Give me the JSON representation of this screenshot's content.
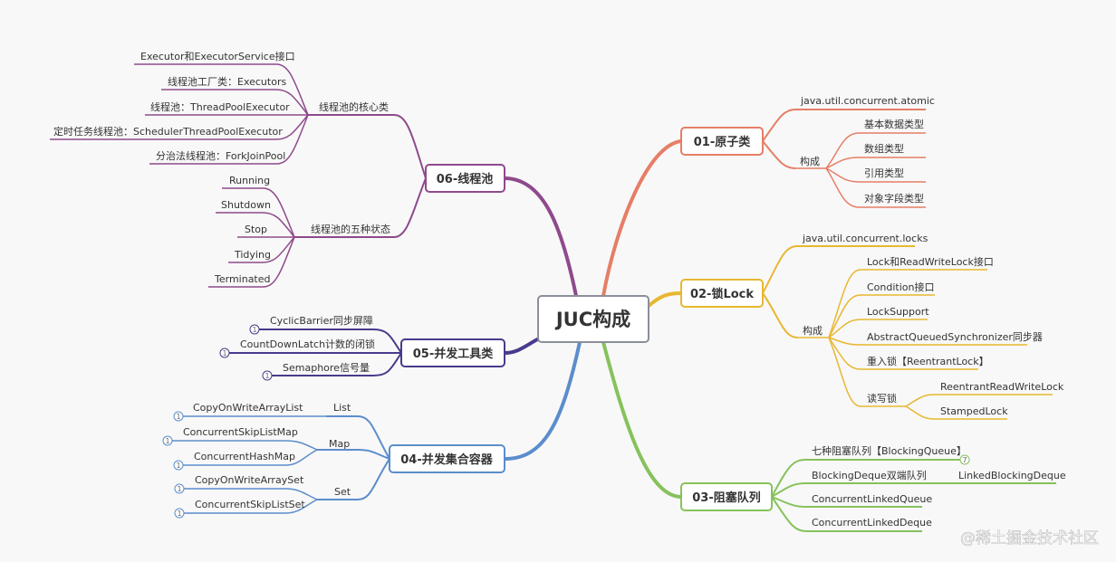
{
  "root": "JUC构成",
  "branches": {
    "b01": {
      "title": "01-原子类",
      "color": "#e67e66",
      "atomic": "java.util.concurrent.atomic",
      "compose": "构成",
      "types": [
        "基本数据类型",
        "数组类型",
        "引用类型",
        "对象字段类型"
      ]
    },
    "b02": {
      "title": "02-锁Lock",
      "color": "#e8b730",
      "locks": "java.util.concurrent.locks",
      "compose": "构成",
      "items": [
        "Lock和ReadWriteLock接口",
        "Condition接口",
        "LockSupport",
        "AbstractQueuedSynchronizer同步器",
        "重入锁【ReentrantLock】"
      ],
      "rw": "读写锁",
      "rw_items": [
        "ReentrantReadWriteLock",
        "StampedLock"
      ]
    },
    "b03": {
      "title": "03-阻塞队列",
      "color": "#86c25c",
      "items": [
        "七种阻塞队列【BlockingQueue】",
        "BlockingDeque双端队列",
        "ConcurrentLinkedQueue",
        "ConcurrentLinkedDeque"
      ],
      "badge": "7",
      "linked": "LinkedBlockingDeque"
    },
    "b04": {
      "title": "04-并发集合容器",
      "color": "#5b8dcc",
      "list": "List",
      "list_items": [
        "CopyOnWriteArrayList"
      ],
      "map": "Map",
      "map_items": [
        "ConcurrentSkipListMap",
        "ConcurrentHashMap"
      ],
      "set": "Set",
      "set_items": [
        "CopyOnWriteArraySet",
        "ConcurrentSkipListSet"
      ],
      "badge": "1"
    },
    "b05": {
      "title": "05-并发工具类",
      "color": "#4a3a8c",
      "items": [
        "CyclicBarrier同步屏障",
        "CountDownLatch计数的闭锁",
        "Semaphore信号量"
      ],
      "badge": "1"
    },
    "b06": {
      "title": "06-线程池",
      "color": "#8e4a8c",
      "core": "线程池的核心类",
      "core_items": [
        "Executor和ExecutorService接口",
        "线程池工厂类：Executors",
        "线程池：ThreadPoolExecutor",
        "定时任务线程池：SchedulerThreadPoolExecutor",
        "分治法线程池：ForkJoinPool"
      ],
      "states": "线程池的五种状态",
      "state_items": [
        "Running",
        "Shutdown",
        "Stop",
        "Tidying",
        "Terminated"
      ]
    }
  },
  "watermark": "@稀土掘金技术社区"
}
